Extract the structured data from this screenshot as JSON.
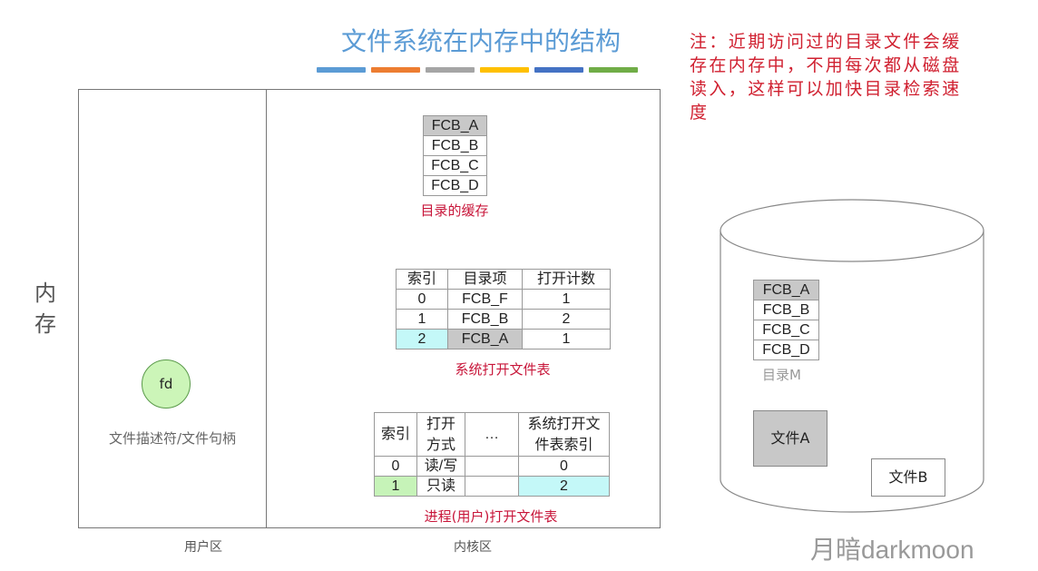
{
  "title": "文件系统在内存中的结构",
  "title_bar_colors": [
    "#5b9bd5",
    "#ed7d31",
    "#a5a5a5",
    "#ffc000",
    "#4472c4",
    "#70ad47"
  ],
  "note": "注：近期访问过的目录文件会缓存在内存中，不用每次都从磁盘读入，这样可以加快目录检索速度",
  "memory_label": "内存",
  "fd": {
    "label": "fd",
    "caption": "文件描述符/文件句柄"
  },
  "zones": {
    "user": "用户区",
    "kernel": "内核区"
  },
  "dir_cache": {
    "items": [
      "FCB_A",
      "FCB_B",
      "FCB_C",
      "FCB_D"
    ],
    "caption": "目录的缓存"
  },
  "sys_open_table": {
    "headers": [
      "索引",
      "目录项",
      "打开计数"
    ],
    "rows": [
      [
        "0",
        "FCB_F",
        "1"
      ],
      [
        "1",
        "FCB_B",
        "2"
      ],
      [
        "2",
        "FCB_A",
        "1"
      ]
    ],
    "caption": "系统打开文件表"
  },
  "proc_open_table": {
    "headers": [
      "索引",
      "打开方式",
      "…",
      "系统打开文件表索引"
    ],
    "rows": [
      [
        "0",
        "读/写",
        "",
        "0"
      ],
      [
        "1",
        "只读",
        "",
        "2"
      ]
    ],
    "caption": "进程(用户)打开文件表"
  },
  "disk": {
    "dir_items": [
      "FCB_A",
      "FCB_B",
      "FCB_C",
      "FCB_D"
    ],
    "dir_caption": "目录M",
    "file_a": "文件A",
    "file_b": "文件B"
  },
  "watermark": "月暗darkmoon",
  "colors": {
    "accent_red": "#c8163a",
    "title_blue": "#5b9bd5",
    "highlight_gray": "#c8c8c8",
    "highlight_cyan": "#c4f8f8",
    "highlight_green": "#c6f3b8"
  }
}
